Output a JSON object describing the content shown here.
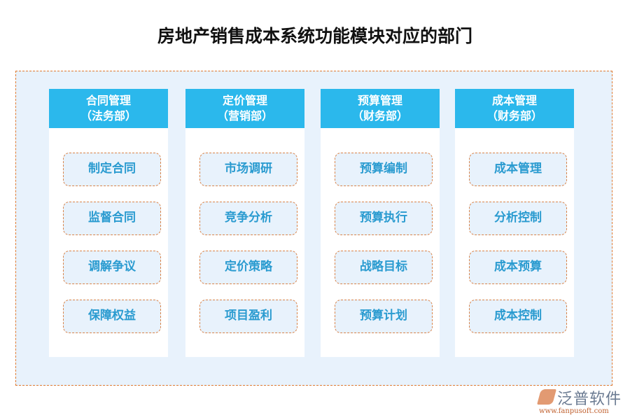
{
  "title": "房地产销售成本系统功能模块对应的部门",
  "columns": [
    {
      "name": "合同管理",
      "dept": "（法务部）",
      "items": [
        "制定合同",
        "监督合同",
        "调解争议",
        "保障权益"
      ]
    },
    {
      "name": "定价管理",
      "dept": "（营销部）",
      "items": [
        "市场调研",
        "竞争分析",
        "定价策略",
        "项目盈利"
      ]
    },
    {
      "name": "预算管理",
      "dept": "（财务部）",
      "items": [
        "预算编制",
        "预算执行",
        "战略目标",
        "预算计划"
      ]
    },
    {
      "name": "成本管理",
      "dept": "（财务部）",
      "items": [
        "成本管理",
        "分析控制",
        "成本预算",
        "成本控制"
      ]
    }
  ],
  "logo": {
    "name": "泛普软件",
    "url": "www.fanpusoft.com"
  },
  "colors": {
    "header": "#2bb8ec",
    "item_text": "#2a9bd0",
    "border": "#e07a30",
    "background": "#e8f2fc"
  }
}
